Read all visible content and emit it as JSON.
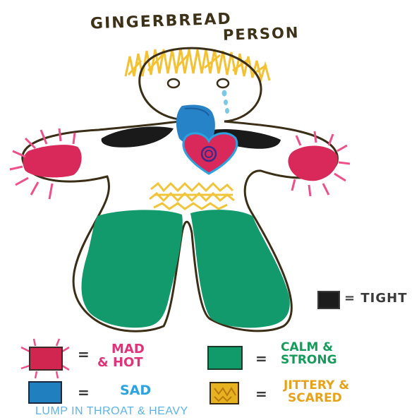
{
  "title": {
    "line1": "GINGERBREAD",
    "line2": "PERSON"
  },
  "legend": [
    {
      "swatch_color": "#1c1c1c",
      "equals": "=",
      "text": "TIGHT",
      "text_color": "#3a3a3a"
    },
    {
      "swatch_color": "#d0264f",
      "equals": "=",
      "line1": "MAD",
      "line2": "& HOT",
      "text_color": "#e0337a"
    },
    {
      "swatch_color": "#119b6a",
      "equals": "=",
      "line1": "CALM &",
      "line2": "STRONG",
      "text_color": "#159c5a"
    },
    {
      "swatch_color": "#1f7fbf",
      "equals": "=",
      "text": "SAD",
      "text_color": "#2aa3e0"
    },
    {
      "swatch_color": "#e7b21f",
      "equals": "=",
      "line1": "JITTERY &",
      "line2": "SCARED",
      "text_color": "#e8a21a"
    }
  ],
  "caption": "LUMP IN THROAT & HEAVY",
  "colors": {
    "outline": "#3b2e17",
    "red": "#d9285a",
    "pink_rays": "#f0508a",
    "black": "#1a1a1a",
    "blue": "#2783c8",
    "green": "#139a6c",
    "yellow": "#f2c43a",
    "hair": "#f4c132",
    "tear": "#7cc8e6"
  }
}
